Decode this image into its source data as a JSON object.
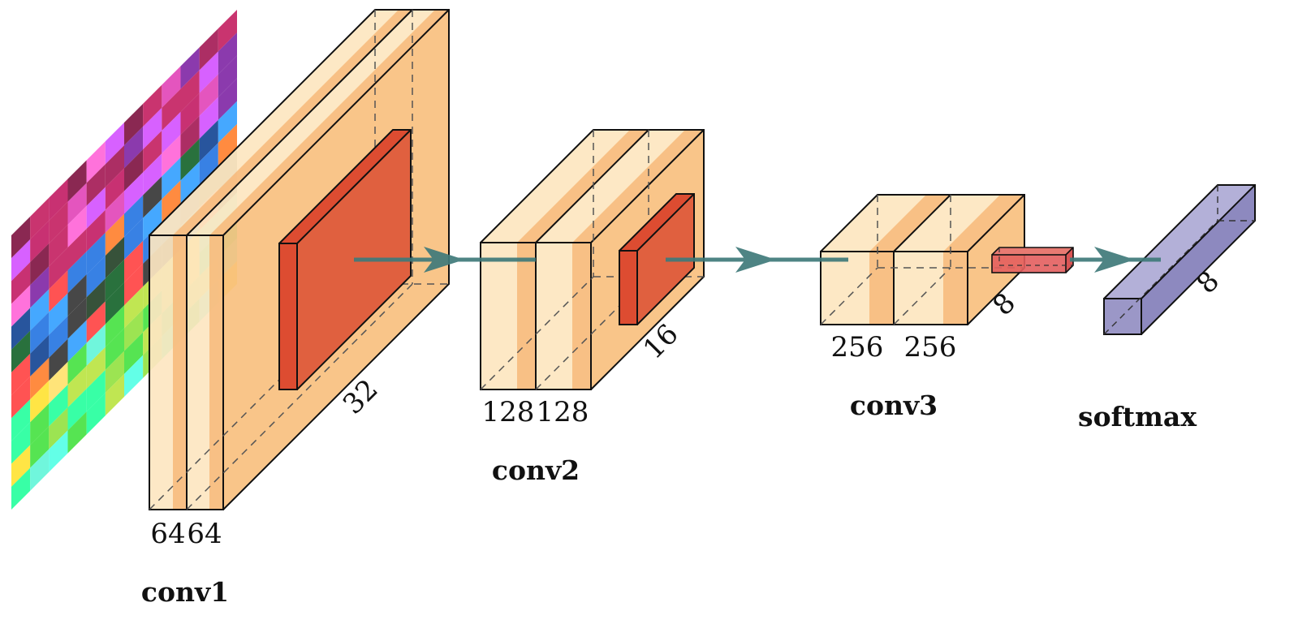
{
  "colors": {
    "light_block": "#fde7c2",
    "mid_stripe": "#f7b979",
    "block_side": "#f9c07f",
    "pool": "#dd4c31",
    "pool_small": "#e35e5e",
    "softmax": "#9b97c7",
    "arrow": "#3f7a7a",
    "edge": "#111111"
  },
  "input_image": {
    "name": "input-image-grid",
    "rows": 12,
    "cols": 12
  },
  "layers": [
    {
      "name": "conv1",
      "title": "conv1",
      "dims": [
        "64",
        "64"
      ],
      "depth_label": "32"
    },
    {
      "name": "conv2",
      "title": "conv2",
      "dims": [
        "128",
        "128"
      ],
      "depth_label": "16"
    },
    {
      "name": "conv3",
      "title": "conv3",
      "dims": [
        "256",
        "256"
      ],
      "depth_label": "8"
    },
    {
      "name": "softmax",
      "title": "softmax",
      "dims": [],
      "depth_label": "8"
    }
  ],
  "arrows": [
    "conv1-to-conv2-arrow",
    "conv2-to-conv3-arrow",
    "conv3-to-softmax-arrow"
  ]
}
